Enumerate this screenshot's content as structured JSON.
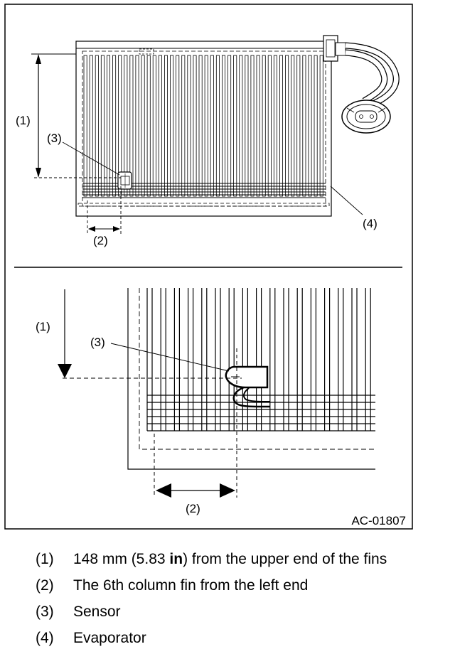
{
  "figure_id": "AC-01807",
  "callouts": {
    "c1": "(1)",
    "c2": "(2)",
    "c3": "(3)",
    "c4": "(4)"
  },
  "legend": [
    {
      "num": "(1)",
      "pre": "148 mm (5.83 ",
      "bold": "in",
      "post": ") from the upper end of the fins"
    },
    {
      "num": "(2)",
      "pre": "The 6th column fin from the left end",
      "bold": "",
      "post": ""
    },
    {
      "num": "(3)",
      "pre": "Sensor",
      "bold": "",
      "post": ""
    },
    {
      "num": "(4)",
      "pre": "Evaporator",
      "bold": "",
      "post": ""
    }
  ]
}
